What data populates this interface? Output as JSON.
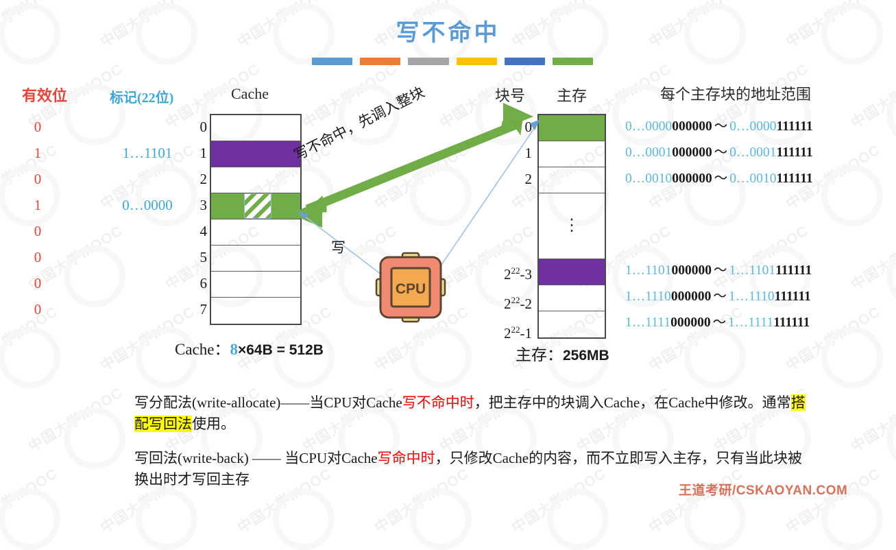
{
  "title": "写不命中",
  "colorbar": [
    "#5b9bd5",
    "#ed7d31",
    "#a5a5a5",
    "#ffc000",
    "#4472c4",
    "#70ad47"
  ],
  "headers": {
    "valid": "有效位",
    "tag": "标记(22位)",
    "cache": "Cache",
    "block_number": "块号",
    "main_memory": "主存",
    "address_range": "每个主存块的地址范围"
  },
  "cache": {
    "rows": [
      {
        "index": "0",
        "valid": "0",
        "tag": "",
        "fill": "none"
      },
      {
        "index": "1",
        "valid": "1",
        "tag": "1…1101",
        "fill": "purple"
      },
      {
        "index": "2",
        "valid": "0",
        "tag": "",
        "fill": "none"
      },
      {
        "index": "3",
        "valid": "1",
        "tag": "0…0000",
        "fill": "green-hatched"
      },
      {
        "index": "4",
        "valid": "0",
        "tag": "",
        "fill": "none"
      },
      {
        "index": "5",
        "valid": "0",
        "tag": "",
        "fill": "none"
      },
      {
        "index": "6",
        "valid": "0",
        "tag": "",
        "fill": "none"
      },
      {
        "index": "7",
        "valid": "0",
        "tag": "",
        "fill": "none"
      }
    ],
    "caption_label": "Cache：",
    "caption_count": "8",
    "caption_rest": "×64B = 512B"
  },
  "memory": {
    "rows": [
      {
        "label_base": "0",
        "label_exp": "",
        "label_suffix": "",
        "fill": "green",
        "tall": false
      },
      {
        "label_base": "1",
        "label_exp": "",
        "label_suffix": "",
        "fill": "none",
        "tall": false
      },
      {
        "label_base": "2",
        "label_exp": "",
        "label_suffix": "",
        "fill": "none",
        "tall": false
      },
      {
        "label_base": "",
        "label_exp": "",
        "label_suffix": "",
        "fill": "dots",
        "tall": true
      },
      {
        "label_base": "2",
        "label_exp": "22",
        "label_suffix": "-3",
        "fill": "purple",
        "tall": false
      },
      {
        "label_base": "2",
        "label_exp": "22",
        "label_suffix": "-2",
        "fill": "none",
        "tall": false
      },
      {
        "label_base": "2",
        "label_exp": "22",
        "label_suffix": "-1",
        "fill": "none",
        "tall": false
      }
    ],
    "dots": "⋮",
    "caption_label": "主存：",
    "caption_value": "256MB"
  },
  "addresses": [
    {
      "tag_lo": "0…0000",
      "off_lo": "000000",
      "tag_hi": "0…0000",
      "off_hi": "111111"
    },
    {
      "tag_lo": "0…0001",
      "off_lo": "000000",
      "tag_hi": "0…0001",
      "off_hi": "111111"
    },
    {
      "tag_lo": "0…0010",
      "off_lo": "000000",
      "tag_hi": "0…0010",
      "off_hi": "111111"
    },
    {
      "tag_lo": "1…1101",
      "off_lo": "000000",
      "tag_hi": "1…1101",
      "off_hi": "111111"
    },
    {
      "tag_lo": "1…1110",
      "off_lo": "000000",
      "tag_hi": "1…1110",
      "off_hi": "111111"
    },
    {
      "tag_lo": "1…1111",
      "off_lo": "000000",
      "tag_hi": "1…1111",
      "off_hi": "111111"
    }
  ],
  "tilde": "～",
  "arrows": {
    "miss_label": "写不命中，先调入整块",
    "write_label": "写",
    "big_arrow_color": "#70ad47",
    "thin_arrow_color": "#8eb4e3"
  },
  "cpu": {
    "label": "CPU",
    "body_color": "#f08a72",
    "core_color": "#f5a94e",
    "pin_color": "#e6e08a",
    "outline_color": "#5c4430"
  },
  "paragraphs": {
    "p1": {
      "seg1": "写分配法(write-allocate)——当CPU对Cache",
      "red": "写不命中时",
      "seg2": "，把主存中的块调入Cache，在Cache中修改。通常",
      "hl": "搭配写回法",
      "seg3": "使用。"
    },
    "p2": {
      "seg1": "写回法(write-back) —— 当CPU对Cache",
      "red": "写命中时",
      "seg2": "，只修改Cache的内容，而不立即写入主存，只有当此块被换出时才写回主存"
    }
  },
  "brand": "王道考研/CSKAOYAN.COM",
  "watermark": {
    "text": "中国大学MOOC"
  }
}
